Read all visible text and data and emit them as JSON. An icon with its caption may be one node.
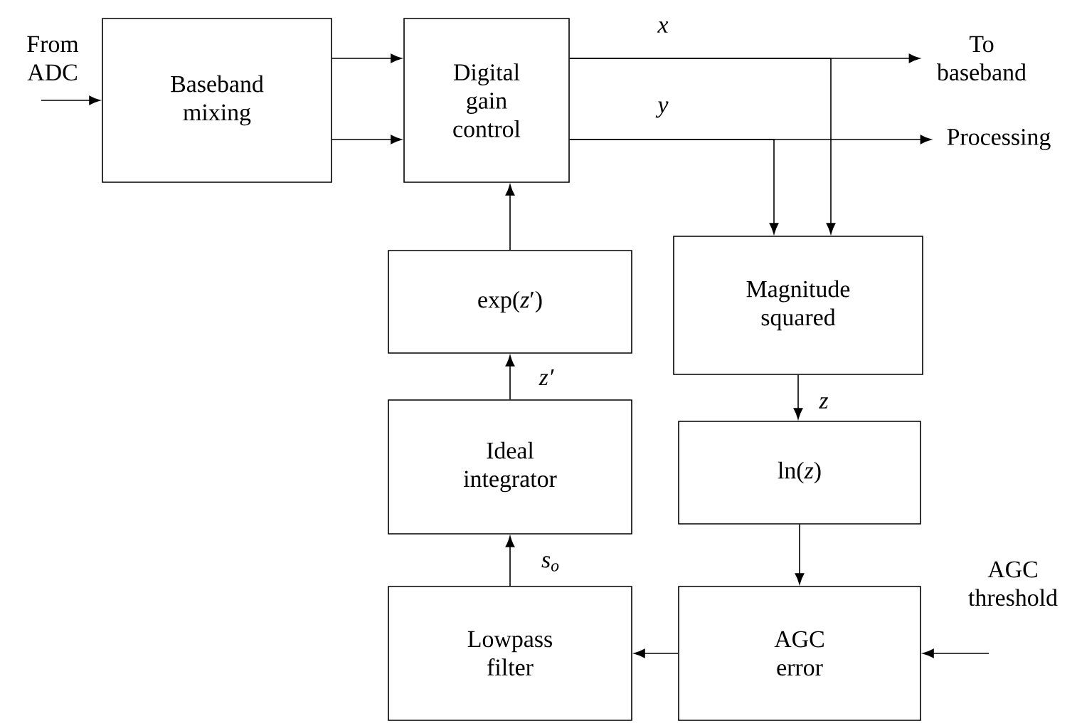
{
  "diagram": {
    "nodes": [
      {
        "text": [
          "Baseband mixing"
        ]
      },
      {
        "text": [
          "Digital gain control"
        ]
      },
      {
        "text": [
          "exp(*z*′)"
        ]
      },
      {
        "text": [
          "Ideal integrator"
        ]
      },
      {
        "text": [
          "Lowpass filter"
        ]
      },
      {
        "text": [
          "Magnitude squared"
        ]
      },
      {
        "text": [
          "ln(*z*)"
        ]
      },
      {
        "text": [
          "AGC error"
        ]
      },
      {
        "text": [
          "From ADC"
        ]
      },
      {
        "text": [
          "To baseband"
        ]
      },
      {
        "text": [
          "Processing"
        ]
      },
      {
        "text": [
          "AGC threshold"
        ]
      }
    ],
    "edges": [
      {
        "from": 8,
        "to": 0,
        "arrow": "to"
      },
      {
        "from": 0,
        "to": 1,
        "arrow": "to"
      },
      {
        "from": 0,
        "to": 1,
        "arrow": "to"
      },
      {
        "from": 1,
        "to": 9,
        "arrow": "to",
        "label": "x"
      },
      {
        "from": 1,
        "to": 10,
        "arrow": "to",
        "label": "y"
      },
      {
        "from": 1,
        "to": 5,
        "arrow": "to"
      },
      {
        "from": 1,
        "to": 5,
        "arrow": "to"
      },
      {
        "from": 2,
        "to": 1,
        "arrow": "to"
      },
      {
        "from": 3,
        "to": 2,
        "arrow": "to",
        "label": "z′"
      },
      {
        "from": 4,
        "to": 3,
        "arrow": "to",
        "label": "s$_{o}$"
      },
      {
        "from": 5,
        "to": 6,
        "arrow": "to",
        "label": "z"
      },
      {
        "from": 6,
        "to": 7,
        "arrow": "to"
      },
      {
        "from": 7,
        "to": 4,
        "arrow": "to"
      },
      {
        "from": 11,
        "to": 7,
        "arrow": "to"
      }
    ]
  }
}
